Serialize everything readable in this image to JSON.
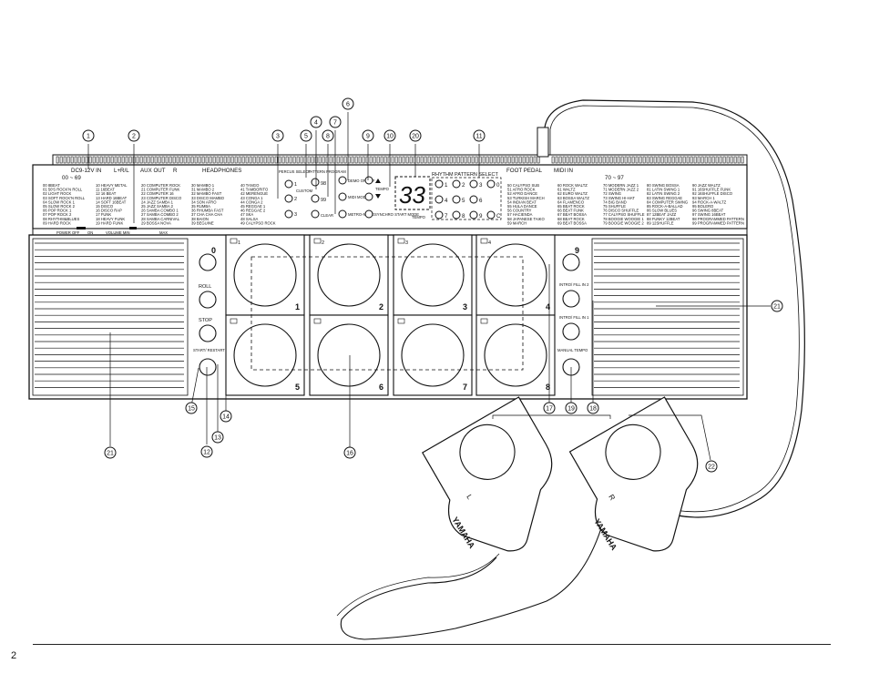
{
  "page_number": "2",
  "callouts": [
    "1",
    "2",
    "3",
    "4",
    "5",
    "6",
    "7",
    "8",
    "9",
    "10",
    "11",
    "12",
    "13",
    "14",
    "15",
    "16",
    "17",
    "18",
    "19",
    "20",
    "21",
    "22"
  ],
  "top_labels": {
    "dc_in": "DC9-12V IN",
    "lr": "L+R/L",
    "aux_out": "AUX OUT",
    "r": "R",
    "headphones": "HEADPHONES",
    "foot_pedal": "FOOT PEDAL",
    "midi_in": "MIDI IN",
    "percus_select": "PERCUS SELECT",
    "pattern_program": "PATTERN PROGRAM",
    "demo": "DEMO ON/OFF",
    "midi_mode": "MIDI MODE",
    "metronome": "METRO-NOME",
    "clear": "CLEAR",
    "synchro": "SYNCHRO START MODE",
    "tempo": "TEMPO",
    "rhythm_pattern": "RHYTHM PATTERN SELECT",
    "custom": "CUSTOM",
    "range1": "00 ~ 69",
    "range2": "70 ~ 97"
  },
  "power_strip": {
    "power": "POWER OFF",
    "on": "ON",
    "volume": "VOLUME MIN",
    "max": "MAX"
  },
  "display": {
    "value": "33"
  },
  "percus_numbers": [
    "1",
    "2",
    "3"
  ],
  "pattern_numbers": [
    "98",
    "99"
  ],
  "rhythm_numbers": [
    "1",
    "2",
    "3",
    "0",
    "4",
    "5",
    "6",
    "7",
    "8",
    "9",
    "C"
  ],
  "pad_numbers": [
    "1",
    "2",
    "3",
    "4",
    "5",
    "6",
    "7",
    "8"
  ],
  "pad_corner_numbers": [
    "1",
    "2",
    "3",
    "4"
  ],
  "left_buttons": {
    "zero": "0",
    "roll": "ROLL",
    "stop": "STOP",
    "start": "START/ RESTART"
  },
  "right_buttons": {
    "nine": "9",
    "intro2": "INTRO/ FILL IN 2",
    "intro1": "INTRO/ FILL IN 1",
    "manual": "MANUAL TEMPO"
  },
  "pedals": [
    {
      "brand": "YAMAHA",
      "side": "L"
    },
    {
      "brand": "YAMAHA",
      "side": "R"
    }
  ],
  "rhythm_list": [
    [
      "00 8BEAT",
      "01 50'S ROCK'N ROLL",
      "02 LIGHT ROCK",
      "03 SOFT ROCK'N ROLL",
      "04 SLOW ROCK 1",
      "05 SLOW ROCK 2",
      "06 POP ROCK 1",
      "07 POP ROCK 2",
      "08 RHYTHM&BLUES",
      "09 HARD ROCK"
    ],
    [
      "10 HEAVY METAL",
      "11 16BEAT",
      "12 16 BEAT",
      "13 HARD 16BEAT",
      "14 SOFT 16BEAT",
      "15 DISCO",
      "16 DISCO RAP",
      "17 FUNK",
      "18 HEAVY FUNK",
      "19 HARD FUNK"
    ],
    [
      "20 COMPUTER ROCK",
      "21 COMPUTER FUNK",
      "22 COMPUTER 16",
      "23 COMPUTER DISCO",
      "24 JAZZ SAMBA 1",
      "25 JAZZ SAMBA 2",
      "26 SAMBA COMBO 1",
      "27 SAMBA COMBO 2",
      "28 SAMBA CARNIVAL",
      "29 BOSSA NOVA"
    ],
    [
      "30 MAMBO 1",
      "31 MAMBO 2",
      "32 MAMBO FAST",
      "33 DISCO MAMBO",
      "34 SON AFRO",
      "35 RUMBA",
      "36 RHUMBA FAST",
      "37 CHA CHA CHA",
      "38 BAION",
      "39 BEGUINE"
    ],
    [
      "40 TANGO",
      "41 TAMBORITO",
      "42 MERENGUE",
      "43 CONGA 1",
      "44 CONGA 2",
      "45 REGGAE 1",
      "46 REGGAE 2",
      "47 SKA",
      "48 SALSA",
      "49 CALYPSO ROCK"
    ],
    [
      "50 CALYPSO SUB",
      "51 AFRO ROCK",
      "52 AFRO DANCE",
      "53 TURKISH MARCH",
      "54 INDIAN BEAT",
      "55 HULA DANCE",
      "56 COUNTRY",
      "57 HACIENDA",
      "58 JAPANESE TAIKO",
      "59 MARCH"
    ],
    [
      "60 ROCK WALTZ",
      "61 WALTZ",
      "62 EURO WALTZ",
      "63 BOSSA WALTZ",
      "64 FLAMENCO",
      "65 BEAT ROCK",
      "66 BEAT FUNK",
      "67 BEAT BOSSA",
      "68 BEAT ROCK",
      "69 BEAT BOSSA"
    ],
    [
      "70 MODERN JAZZ 1",
      "71 MODERN JAZZ 2",
      "72 SWING",
      "73 SWING HI-HAT",
      "74 BIG BAND",
      "75 SHUFFLE",
      "76 DISCO SHUFFLE",
      "77 CALYPSO SHUFFLE",
      "78 BOOGIE WOOGIE 1",
      "79 BOOGIE WOOGIE 2"
    ],
    [
      "80 SWING BOSSA",
      "81 LATIN SWING 1",
      "82 LATIN SWING 2",
      "83 SWING REGGAE",
      "84 COMPUTER SWING",
      "85 ROCK-A-BALLAD",
      "86 SLOW BLUES",
      "87 12BEAT JAZZ",
      "88 FUNKY 12BEAT",
      "89 12SHUFFLE"
    ],
    [
      "90 JAZZ WALTZ",
      "91 16SHUFFLE FUNK",
      "92 16SHUFFLE DISCO",
      "93 MARCH 1",
      "94 ROCK-A-WALTZ",
      "95 BOLERO",
      "96 SWING 8BEAT",
      "97 SWING 16BEAT",
      "98 PROGRAMMED PATTERN",
      "99 PROGRAMMED PATTERN"
    ]
  ]
}
